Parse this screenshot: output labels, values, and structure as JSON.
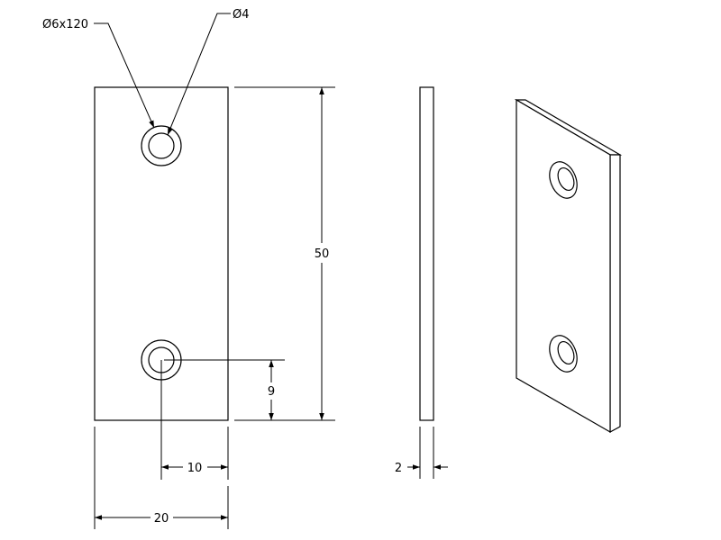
{
  "callouts": {
    "countersink": "Ø6x120",
    "hole": "Ø4"
  },
  "dimensions": {
    "height": "50",
    "hole_offset_vertical": "9",
    "hole_offset_horizontal": "10",
    "width": "20",
    "thickness": "2"
  },
  "colors": {
    "line": "#000000",
    "background": "#ffffff"
  }
}
